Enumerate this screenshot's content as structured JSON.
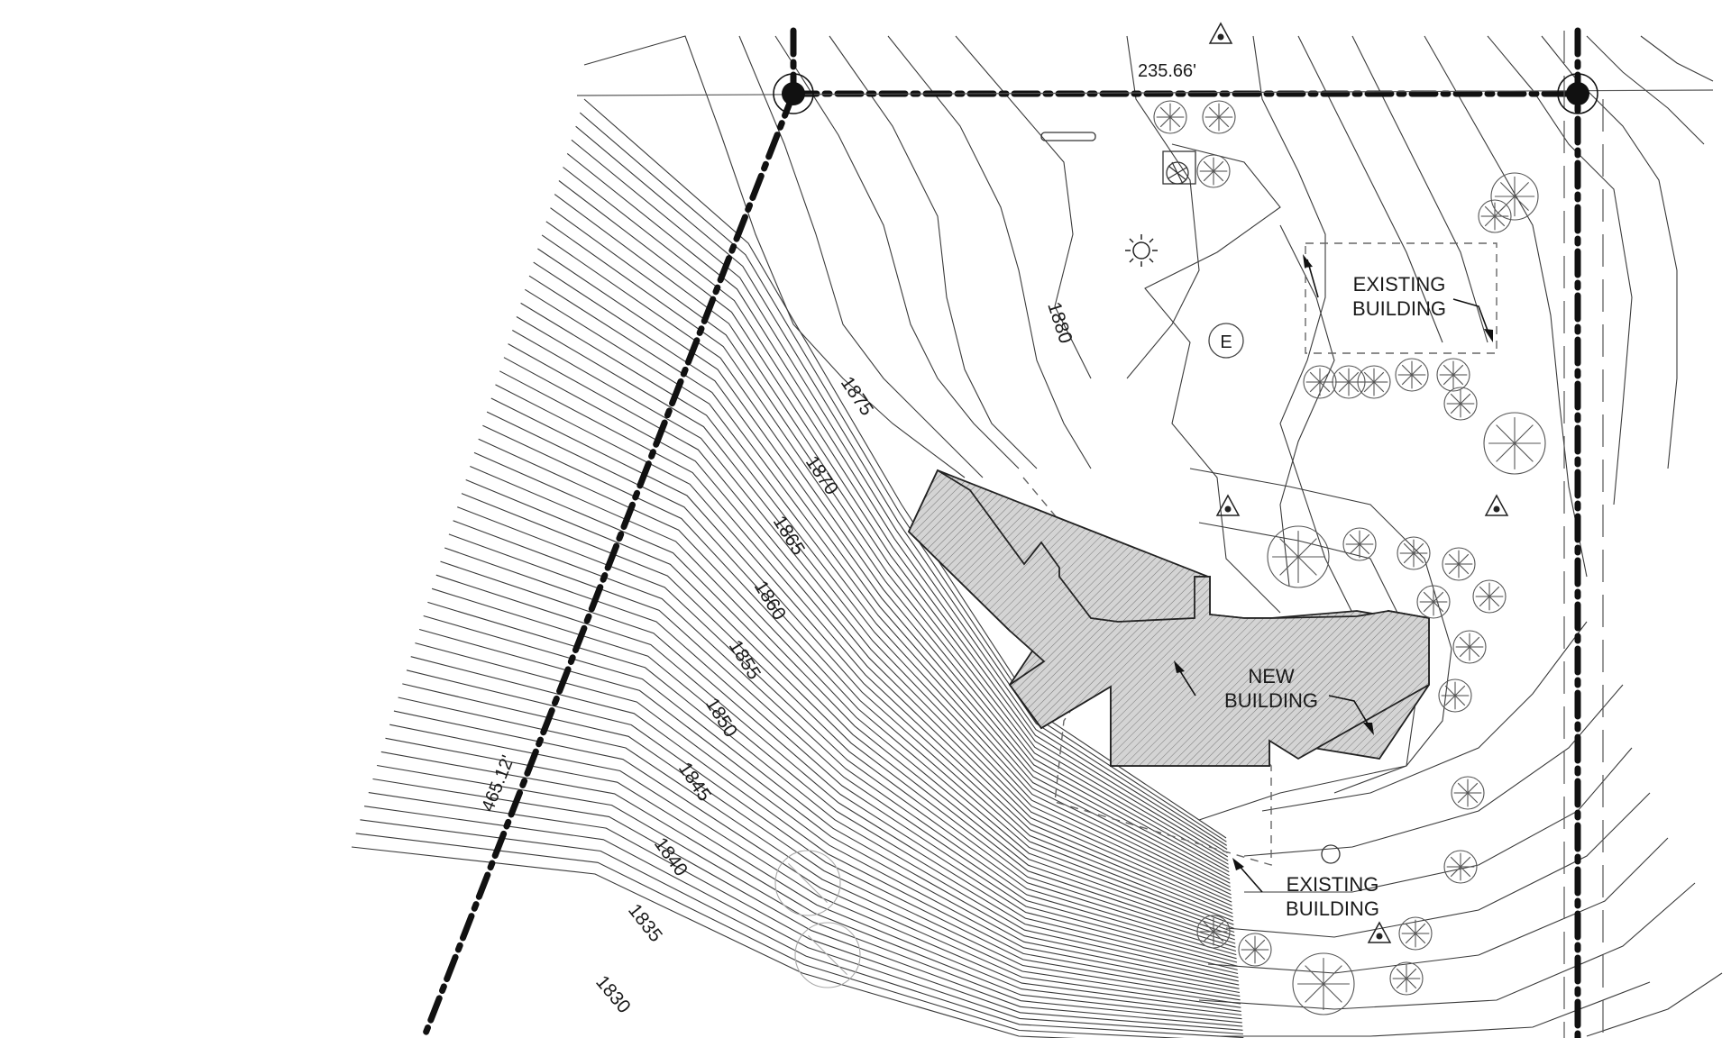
{
  "site_plan": {
    "dimensions": {
      "top_boundary": "235.66'",
      "west_boundary": "465.12'"
    },
    "contour_labels": [
      "1880",
      "1875",
      "1870",
      "1865",
      "1860",
      "1855",
      "1850",
      "1845",
      "1840",
      "1835",
      "1830"
    ],
    "buildings": {
      "new": {
        "line1": "NEW",
        "line2": "BUILDING"
      },
      "existing_north": {
        "line1": "EXISTING",
        "line2": "BUILDING"
      },
      "existing_south": {
        "line1": "EXISTING",
        "line2": "BUILDING"
      }
    },
    "symbols": {
      "electric": "E"
    },
    "colors": {
      "linework": "#111111",
      "building_fill": "#d4d4d4",
      "background": "#ffffff"
    }
  }
}
